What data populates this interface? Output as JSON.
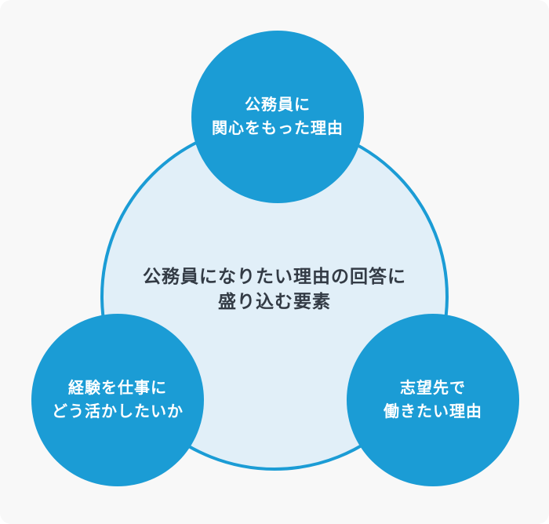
{
  "colors": {
    "background": "#f8f8f8",
    "node_fill": "#1b9cd5",
    "node_text": "#ffffff",
    "center_fill": "#e1eff8",
    "center_stroke": "#1b9cd5",
    "center_text": "#333b45"
  },
  "center": {
    "line1": "公務員になりたい理由の回答に",
    "line2": "盛り込む要素"
  },
  "nodes": [
    {
      "id": "top",
      "line1": "公務員に",
      "line2": "関心をもった理由"
    },
    {
      "id": "bottom-left",
      "line1": "経験を仕事に",
      "line2": "どう活かしたいか"
    },
    {
      "id": "bottom-right",
      "line1": "志望先で",
      "line2": "働きたい理由"
    }
  ]
}
